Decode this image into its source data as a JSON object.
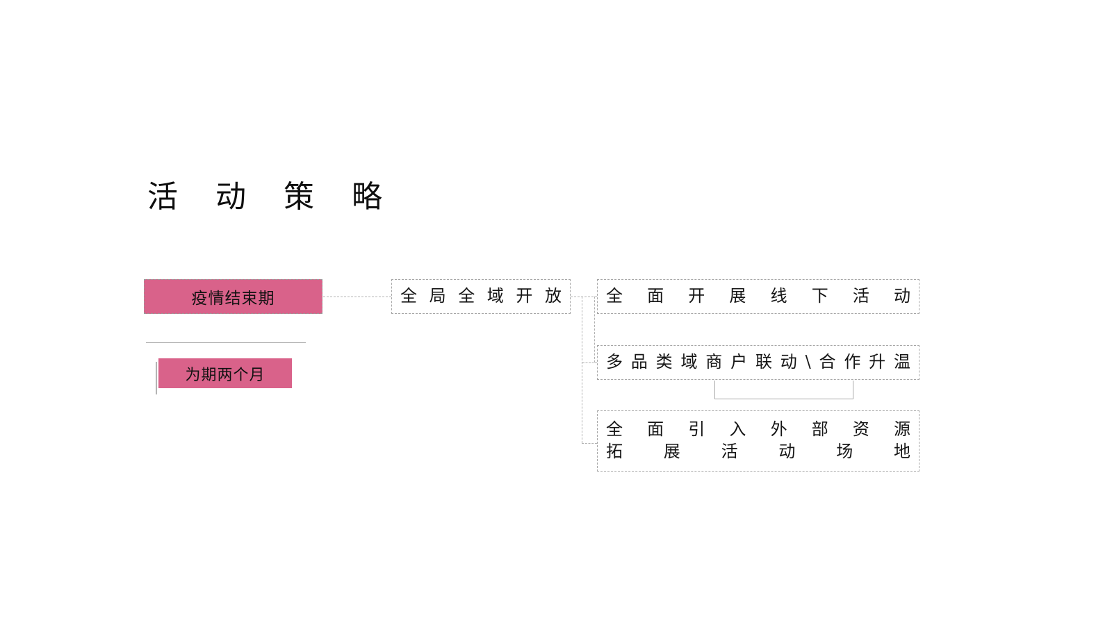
{
  "slide": {
    "title": "活 动 策 略",
    "background_color": "#ffffff"
  },
  "colors": {
    "pink": "#d9628a",
    "dash_border": "#a6a6a6",
    "connector": "#b0b0b0",
    "text": "#151515"
  },
  "left_panel": {
    "phase_label": "疫情结束期",
    "duration_label": "为期两个月"
  },
  "flow": {
    "root_label": "全局全域开放",
    "branches": [
      {
        "id": "offline",
        "line1": "全面开展线下活动"
      },
      {
        "id": "merchant",
        "line1": "多品类域商户联动\\合作升温"
      },
      {
        "id": "resource",
        "line1": "全面引入外部资源",
        "line2": "拓展活动场地"
      }
    ]
  }
}
